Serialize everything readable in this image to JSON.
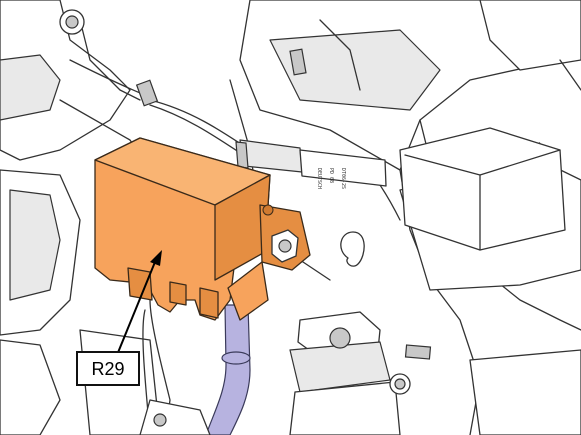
{
  "callout": {
    "label": "R29"
  },
  "colors": {
    "relay_fill": "#f7a35c",
    "relay_side": "#e58e42",
    "hose": "#b7b3e0",
    "outline": "#333333"
  },
  "icons": [
    "relay-component",
    "connector-plug",
    "cable-tie",
    "bolt",
    "hose",
    "pressure-valve"
  ]
}
